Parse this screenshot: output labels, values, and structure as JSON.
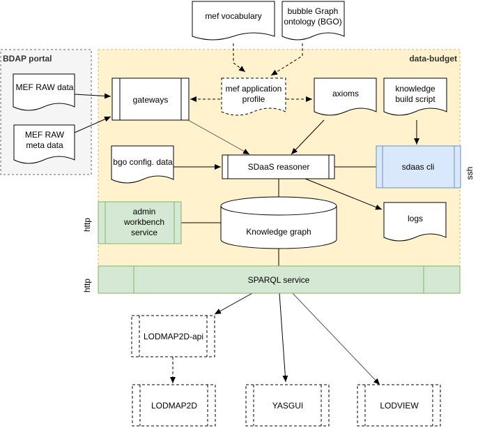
{
  "containers": {
    "bdap_portal": "BDAP portal",
    "data_budget": "data-budget"
  },
  "nodes": {
    "mef_vocabulary": "mef vocabulary",
    "bgo_line1": "bubble Graph",
    "bgo_line2": "ontology (BGO)",
    "mef_raw_data": "MEF RAW data",
    "mef_raw_meta_line1": "MEF RAW",
    "mef_raw_meta_line2": "meta data",
    "gateways": "gateways",
    "mef_profile_line1": "mef application",
    "mef_profile_line2": "profile",
    "axioms": "axioms",
    "kbs_line1": "knowledge",
    "kbs_line2": "build script",
    "bgo_config": "bgo config. data",
    "sdaas_reasoner": "SDaaS reasoner",
    "sdaas_cli": "sdaas cli",
    "admin_line1": "admin",
    "admin_line2": "workbench",
    "admin_line3": "service",
    "knowledge_graph": "Knowledge graph",
    "logs": "logs",
    "sparql_service": "SPARQL service",
    "lodmap2d_api": "LODMAP2D-api",
    "lodmap2d": "LODMAP2D",
    "yasgui": "YASGUI",
    "lodview": "LODVIEW"
  },
  "side_labels": {
    "ssh": "ssh",
    "http_admin": "http",
    "http_sparql": "http"
  },
  "colors": {
    "data_budget_fill": "#fff2cc",
    "bdap_fill": "#f5f5f5",
    "green_fill": "#d5e8d4",
    "green_stroke": "#82b366",
    "blue_fill": "#dae8fc",
    "blue_stroke": "#6c8ebf",
    "line": "#000000"
  }
}
